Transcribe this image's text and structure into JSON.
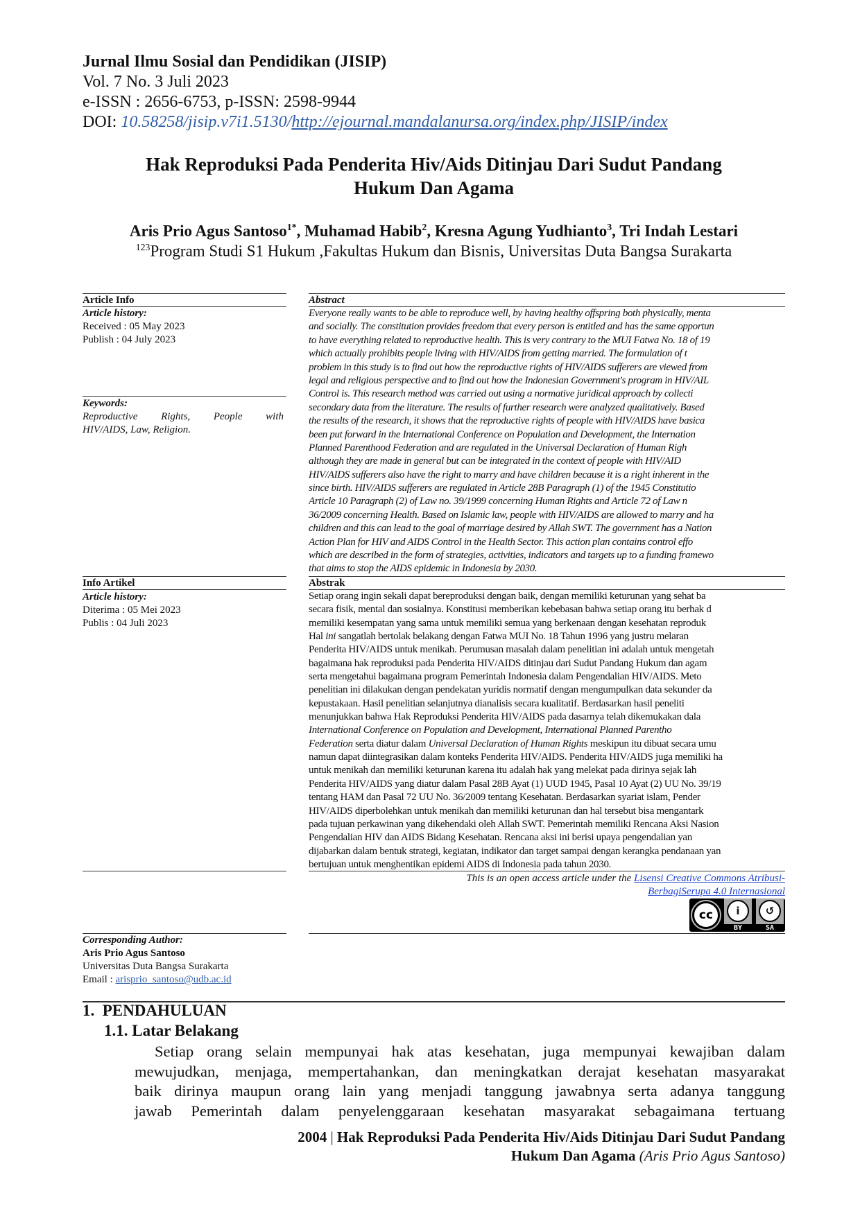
{
  "journal": {
    "name": "Jurnal Ilmu Sosial dan Pendidikan (JISIP)",
    "volume": "Vol. 7 No. 3 Juli 2023",
    "issn": "e-ISSN : 2656-6753, p-ISSN: 2598-9944",
    "doi_label": "DOI: ",
    "doi": "10.58258/jisip.v7i1.5130/",
    "url": "http://ejournal.mandalanursa.org/index.php/JISIP/index"
  },
  "article": {
    "title_line1": "Hak Reproduksi Pada Penderita Hiv/Aids Ditinjau Dari Sudut Pandang",
    "title_line2": "Hukum Dan Agama",
    "authors": [
      {
        "name": "Aris Prio Agus Santoso",
        "sup": "1*"
      },
      {
        "name": ", Muhamad Habib",
        "sup": "2"
      },
      {
        "name": ", Kresna Agung Yudhianto",
        "sup": "3"
      },
      {
        "name": ", Tri Indah Lestari",
        "sup": ""
      }
    ],
    "affiliation_sup": "123",
    "affiliation": "Program Studi S1 Hukum ,Fakultas Hukum dan Bisnis, Universitas Duta Bangsa Surakarta"
  },
  "article_info": {
    "heading": "Article Info",
    "history_label": "Article history:",
    "received": "Received : 05 May 2023",
    "publish": "Publish : 04 July 2023",
    "keywords_label": "Keywords:",
    "keywords_line1": [
      "Reproductive",
      "Rights,",
      "People",
      "with"
    ],
    "keywords_line2": "HIV/AIDS, Law, Religion."
  },
  "abstract_en": {
    "heading": "Abstract",
    "lines": [
      "Everyone really wants to be able to reproduce well, by having healthy offspring both physically, menta",
      "and socially. The constitution provides freedom that every person is entitled and has the same opportun",
      "to have everything related to reproductive health. This is very contrary to the MUI Fatwa No. 18 of 19",
      "which actually prohibits people living with HIV/AIDS from getting married. The formulation of t",
      "problem in this study is to find out how the reproductive rights of HIV/AIDS sufferers are viewed from",
      "legal and religious perspective and to find out how the Indonesian Government's program in HIV/AIL",
      "Control is. This research method was carried out using a normative juridical approach by collecti",
      "secondary data from the literature. The results of further research were analyzed qualitatively. Based",
      "the results of the research, it shows that the reproductive rights of people with HIV/AIDS have basica",
      "been put forward in the International Conference on Population and Development, the Internation",
      "Planned Parenthood Federation and are regulated in the Universal Declaration of Human Righ",
      "although they are made in general but can be integrated in the context of people with HIV/AID",
      "HIV/AIDS sufferers also have the right to marry and have children because it is a right inherent in the",
      "since birth. HIV/AIDS sufferers are regulated in Article 28B Paragraph (1) of the 1945 Constitutio",
      "Article 10 Paragraph (2) of Law no. 39/1999 concerning Human Rights and Article 72 of Law n",
      "36/2009 concerning Health. Based on Islamic law, people with HIV/AIDS are allowed to marry and ha",
      "children and this can lead to the goal of marriage desired by Allah SWT. The government has a Nation",
      "Action Plan for HIV and AIDS Control in the Health Sector. This action plan contains control effo",
      "which are described in the form of strategies, activities, indicators and targets up to a funding framewo",
      "that aims to stop the AIDS epidemic in Indonesia by 2030."
    ]
  },
  "info_artikel": {
    "heading": "Info Artikel",
    "history_label": "Article history:",
    "received": "Diterima : 05 Mei 2023",
    "publish": "Publis : 04 Juli 2023"
  },
  "abstract_id": {
    "heading": "Abstrak",
    "lines": [
      [
        {
          "t": "Setiap orang ingin sekali dapat bereproduksi dengan baik, dengan memiliki keturunan yang sehat ba"
        }
      ],
      [
        {
          "t": "secara fisik, mental dan sosialnya. Konstitusi memberikan kebebasan bahwa setiap orang itu berhak d"
        }
      ],
      [
        {
          "t": "memiliki kesempatan yang sama untuk memiliki semua yang berkenaan dengan kesehatan reproduk"
        }
      ],
      [
        {
          "t": "Hal "
        },
        {
          "t": "ini",
          "i": true
        },
        {
          "t": " sangatlah bertolak belakang dengan Fatwa MUI No. 18 Tahun 1996 yang justru melaran"
        }
      ],
      [
        {
          "t": "Penderita HIV/AIDS untuk menikah. Perumusan masalah dalam penelitian ini adalah untuk mengetah"
        }
      ],
      [
        {
          "t": "bagaimana hak reproduksi pada Penderita HIV/AIDS ditinjau dari Sudut Pandang Hukum dan agam"
        }
      ],
      [
        {
          "t": "serta mengetahui bagaimana program Pemerintah Indonesia dalam Pengendalian HIV/AIDS. Meto"
        }
      ],
      [
        {
          "t": "penelitian ini dilakukan dengan pendekatan yuridis normatif dengan mengumpulkan data sekunder da"
        }
      ],
      [
        {
          "t": "kepustakaan. Hasil penelitian selanjutnya dianalisis secara kualitatif. Berdasarkan hasil peneliti"
        }
      ],
      [
        {
          "t": "menunjukkan bahwa Hak Reproduksi Penderita HIV/AIDS pada dasarnya telah dikemukakan dala"
        }
      ],
      [
        {
          "t": "International Conference on Population and Development, International Planned Parentho",
          "i": true
        }
      ],
      [
        {
          "t": "Federation",
          "i": true
        },
        {
          "t": " serta diatur dalam "
        },
        {
          "t": "Universal Declaration of Human Rights",
          "i": true
        },
        {
          "t": " meskipun itu dibuat secara umu"
        }
      ],
      [
        {
          "t": "namun dapat diintegrasikan dalam konteks Penderita HIV/AIDS. Penderita HIV/AIDS juga memiliki ha"
        }
      ],
      [
        {
          "t": "untuk menikah dan memiliki keturunan karena itu adalah hak yang melekat pada dirinya sejak lah"
        }
      ],
      [
        {
          "t": "Penderita HIV/AIDS yang diatur dalam Pasal 28B Ayat (1) UUD 1945, Pasal 10 Ayat (2) UU No. 39/19"
        }
      ],
      [
        {
          "t": "tentang HAM dan Pasal 72 UU No. 36/2009 tentang Kesehatan. Berdasarkan syariat islam, Pender"
        }
      ],
      [
        {
          "t": "HIV/AIDS diperbolehkan untuk menikah dan memiliki keturunan dan hal tersebut bisa mengantark"
        }
      ],
      [
        {
          "t": "pada tujuan perkawinan yang dikehendaki oleh Allah SWT. Pemerintah memiliki Rencana Aksi Nasion"
        }
      ],
      [
        {
          "t": "Pengendalian HIV dan AIDS Bidang Kesehatan. Rencana aksi ini berisi upaya pengendalian yan"
        }
      ],
      [
        {
          "t": "dijabarkan dalam bentuk strategi, kegiatan, indikator dan target sampai dengan kerangka pendanaan yan"
        }
      ],
      [
        {
          "t": "bertujuan untuk menghentikan epidemi AIDS di Indonesia pada tahun 2030."
        }
      ]
    ]
  },
  "license": {
    "text": "This is an open access article under the ",
    "link_line1": "Lisensi Creative Commons Atribusi-",
    "link_line2": "BerbagiSerupa 4.0 Internasional",
    "badge_cc": "cc",
    "badge_by": "BY",
    "badge_sa": "SA"
  },
  "corresponding": {
    "label": "Corresponding Author:",
    "name": "Aris Prio Agus Santoso",
    "institution": "Universitas Duta Bangsa Surakarta",
    "email_label": "Email : ",
    "email": "arisprio_santoso@udb.ac.id"
  },
  "body": {
    "section": "1.  PENDAHULUAN",
    "subsection": "1.1. Latar Belakang",
    "lines": [
      "Setiap orang selain mempunyai hak atas kesehatan, juga mempunyai kewajiban dalam",
      "mewujudkan, menjaga, mempertahankan, dan meningkatkan derajat kesehatan masyarakat",
      "baik dirinya maupun orang lain  yang  menjadi  tanggung jawabnya serta adanya tanggung",
      "jawab Pemerintah dalam  penyelenggaraan  kesehatan  masyarakat  sebagaimana tertuang"
    ]
  },
  "footer": {
    "page": "2004",
    "separator": " | ",
    "title_line1": "Hak Reproduksi Pada Penderita Hiv/Aids Ditinjau Dari Sudut Pandang",
    "title_line2": "Hukum Dan Agama",
    "author": "(Aris Prio Agus Santoso)"
  }
}
